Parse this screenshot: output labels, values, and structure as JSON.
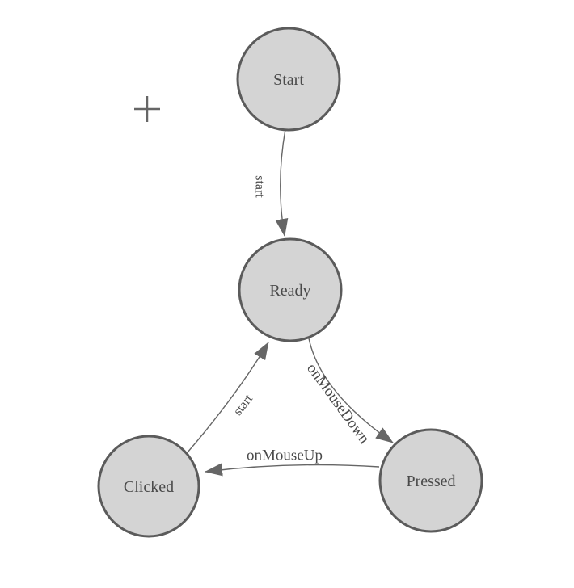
{
  "diagram": {
    "type": "state-machine",
    "background_color": "#ffffff",
    "colors": {
      "node_fill": "#d4d4d4",
      "node_stroke": "#5b5b5b",
      "edge_stroke": "#666666",
      "arrowhead_fill": "#666666",
      "label_text": "#4a4a4a",
      "crosshair": "#666666"
    },
    "nodes": [
      {
        "id": "start",
        "label": "Start"
      },
      {
        "id": "ready",
        "label": "Ready"
      },
      {
        "id": "clicked",
        "label": "Clicked"
      },
      {
        "id": "pressed",
        "label": "Pressed"
      }
    ],
    "edges": [
      {
        "from": "Start",
        "to": "Ready",
        "label": "start"
      },
      {
        "from": "Ready",
        "to": "Pressed",
        "label": "onMouseDown"
      },
      {
        "from": "Pressed",
        "to": "Clicked",
        "label": "onMouseUp"
      },
      {
        "from": "Clicked",
        "to": "Ready",
        "label": "start"
      }
    ],
    "crosshair": {
      "symbol": "+"
    }
  }
}
